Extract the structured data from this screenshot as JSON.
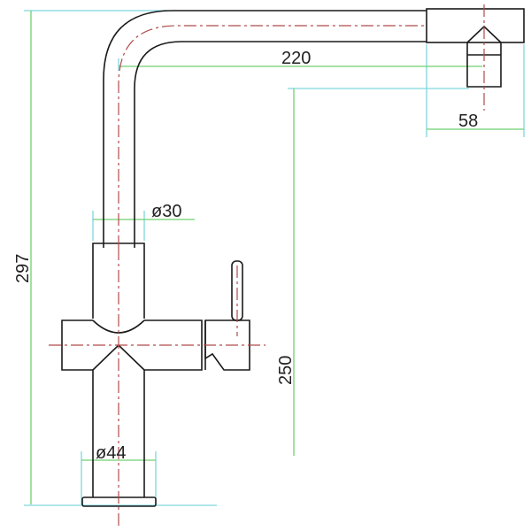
{
  "drawing": {
    "subject": "kitchen faucet side view technical drawing",
    "colors": {
      "outline": "#1a1a1a",
      "centerline": "#b04a4a",
      "dimension_line": "#6fd070",
      "extension_line": "#7fd6dd"
    }
  },
  "dimensions": {
    "spout_reach": "220",
    "spout_head_width": "58",
    "upper_pipe_diameter": "ø30",
    "total_height": "297",
    "spout_height": "250",
    "base_diameter": "ø44"
  }
}
